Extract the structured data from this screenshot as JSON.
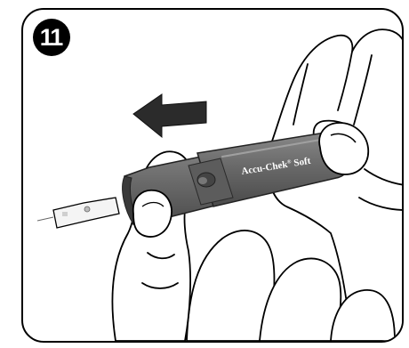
{
  "step": {
    "number": "11"
  },
  "device": {
    "brand": "Accu-Chek",
    "model": "Soft"
  },
  "icons": {
    "direction": "left-arrow-icon"
  },
  "colors": {
    "outline": "#000000",
    "device_body": "#6e6e6e",
    "device_dark": "#555555",
    "arrow": "#2b2b2b",
    "background": "#ffffff"
  }
}
